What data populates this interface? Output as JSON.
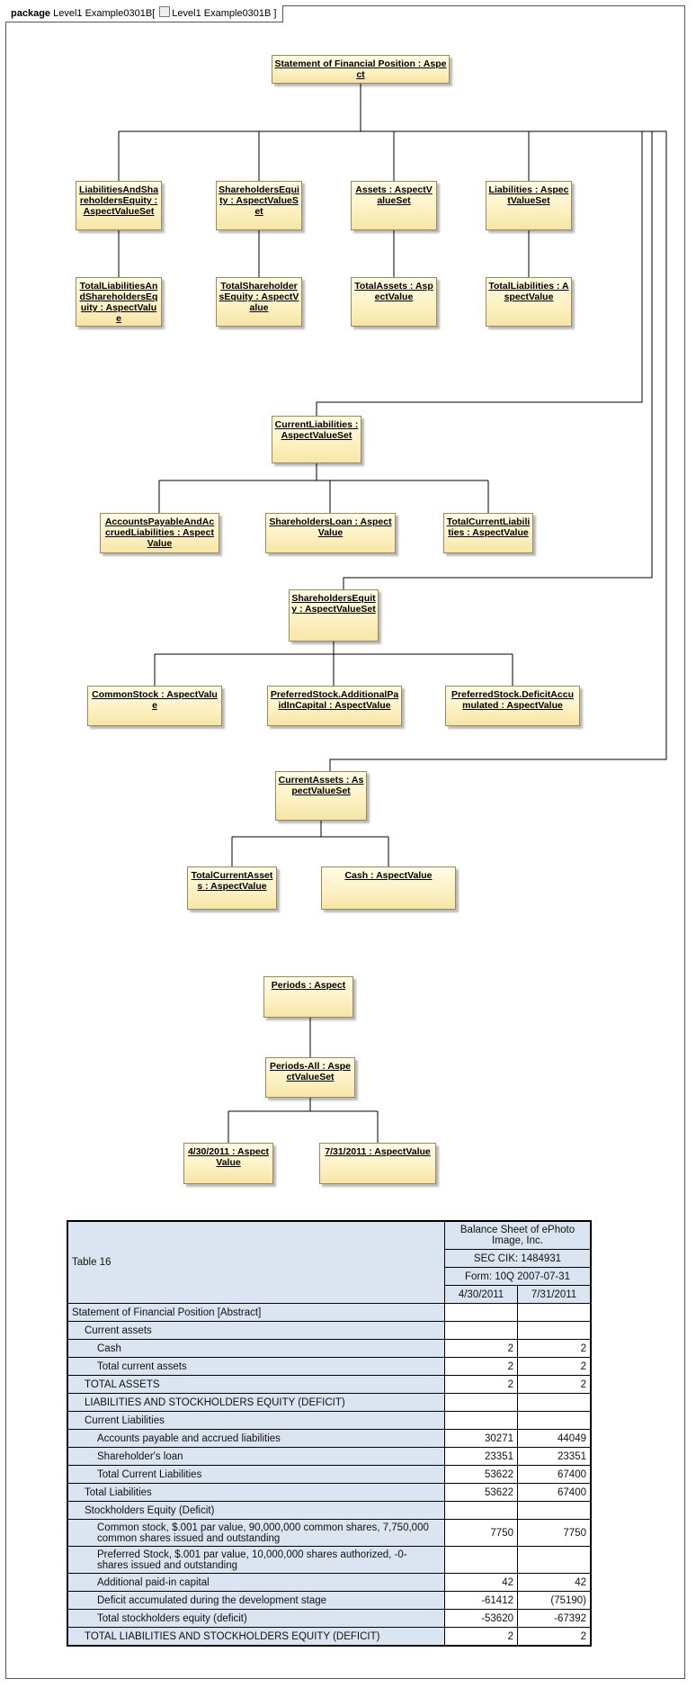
{
  "package": {
    "keyword": "package",
    "name": "Level1 Example0301B",
    "ref": "Level1 Example0301B"
  },
  "nodes": {
    "sfp": "Statement of Financial Position : Aspect",
    "lse": "LiabilitiesAndShareholdersEquity : AspectValueSet",
    "she": "ShareholdersEquity : AspectValueSet",
    "assets": "Assets : AspectValueSet",
    "liab": "Liabilities : AspectValueSet",
    "tlse": "TotalLiabilitiesAndShareholdersEquity : AspectValue",
    "tse": "TotalShareholdersEquity : AspectValue",
    "ta": "TotalAssets : AspectValue",
    "tl": "TotalLiabilities : AspectValue",
    "cl": "CurrentLiabilities : AspectValueSet",
    "apal": "AccountsPayableAndAccruedLiabilities : AspectValue",
    "sl": "ShareholdersLoan : AspectValue",
    "tcl": "TotalCurrentLiabilities : AspectValue",
    "she2": "ShareholdersEquity : AspectValueSet",
    "cs": "CommonStock : AspectValue",
    "ps_apic": "PreferredStock.AdditionalPaidInCapital : AspectValue",
    "ps_def": "PreferredStock.DeficitAccumulated : AspectValue",
    "ca": "CurrentAssets : AspectValueSet",
    "tca": "TotalCurrentAssets : AspectValue",
    "cash": "Cash : AspectValue",
    "periods": "Periods : Aspect",
    "periods_all": "Periods-All : AspectValueSet",
    "p1": "4/30/2011 : AspectValue",
    "p2": "7/31/2011 : AspectValue"
  },
  "table": {
    "title": "Table 16",
    "company": "Balance Sheet of ePhoto Image, Inc.",
    "cik": "SEC CIK: 1484931",
    "form": "Form: 10Q 2007-07-31",
    "col1": "4/30/2011",
    "col2": "7/31/2011",
    "rows": [
      {
        "label": "Statement of Financial Position [Abstract]",
        "indent": 0,
        "v1": "",
        "v2": ""
      },
      {
        "label": "Current assets",
        "indent": 1,
        "v1": "",
        "v2": ""
      },
      {
        "label": "Cash",
        "indent": 2,
        "v1": "2",
        "v2": "2"
      },
      {
        "label": "Total current assets",
        "indent": 2,
        "v1": "2",
        "v2": "2"
      },
      {
        "label": "TOTAL ASSETS",
        "indent": 1,
        "v1": "2",
        "v2": "2"
      },
      {
        "label": "LIABILITIES AND STOCKHOLDERS EQUITY (DEFICIT)",
        "indent": 1,
        "v1": "",
        "v2": ""
      },
      {
        "label": "Current Liabilities",
        "indent": 1,
        "v1": "",
        "v2": ""
      },
      {
        "label": "Accounts payable and accrued liabilities",
        "indent": 2,
        "v1": "30271",
        "v2": "44049"
      },
      {
        "label": "Shareholder's loan",
        "indent": 2,
        "v1": "23351",
        "v2": "23351"
      },
      {
        "label": "Total Current Liabilities",
        "indent": 2,
        "v1": "53622",
        "v2": "67400"
      },
      {
        "label": "Total Liabilities",
        "indent": 1,
        "v1": "53622",
        "v2": "67400"
      },
      {
        "label": "Stockholders Equity (Deficit)",
        "indent": 1,
        "v1": "",
        "v2": ""
      },
      {
        "label": "Common stock, $.001 par value, 90,000,000 common shares, 7,750,000 common shares issued and outstanding",
        "indent": 2,
        "v1": "7750",
        "v2": "7750"
      },
      {
        "label": "Preferred Stock, $.001 par value, 10,000,000 shares authorized, -0- shares issued and outstanding",
        "indent": 2,
        "v1": "",
        "v2": ""
      },
      {
        "label": "Additional paid-in capital",
        "indent": 2,
        "v1": "42",
        "v2": "42"
      },
      {
        "label": "Deficit accumulated during the development stage",
        "indent": 2,
        "v1": "-61412",
        "v2": "(75190)"
      },
      {
        "label": "Total stockholders equity (deficit)",
        "indent": 2,
        "v1": "-53620",
        "v2": "-67392"
      },
      {
        "label": "TOTAL LIABILITIES AND STOCKHOLDERS EQUITY (DEFICIT)",
        "indent": 1,
        "v1": "2",
        "v2": "2"
      }
    ]
  }
}
